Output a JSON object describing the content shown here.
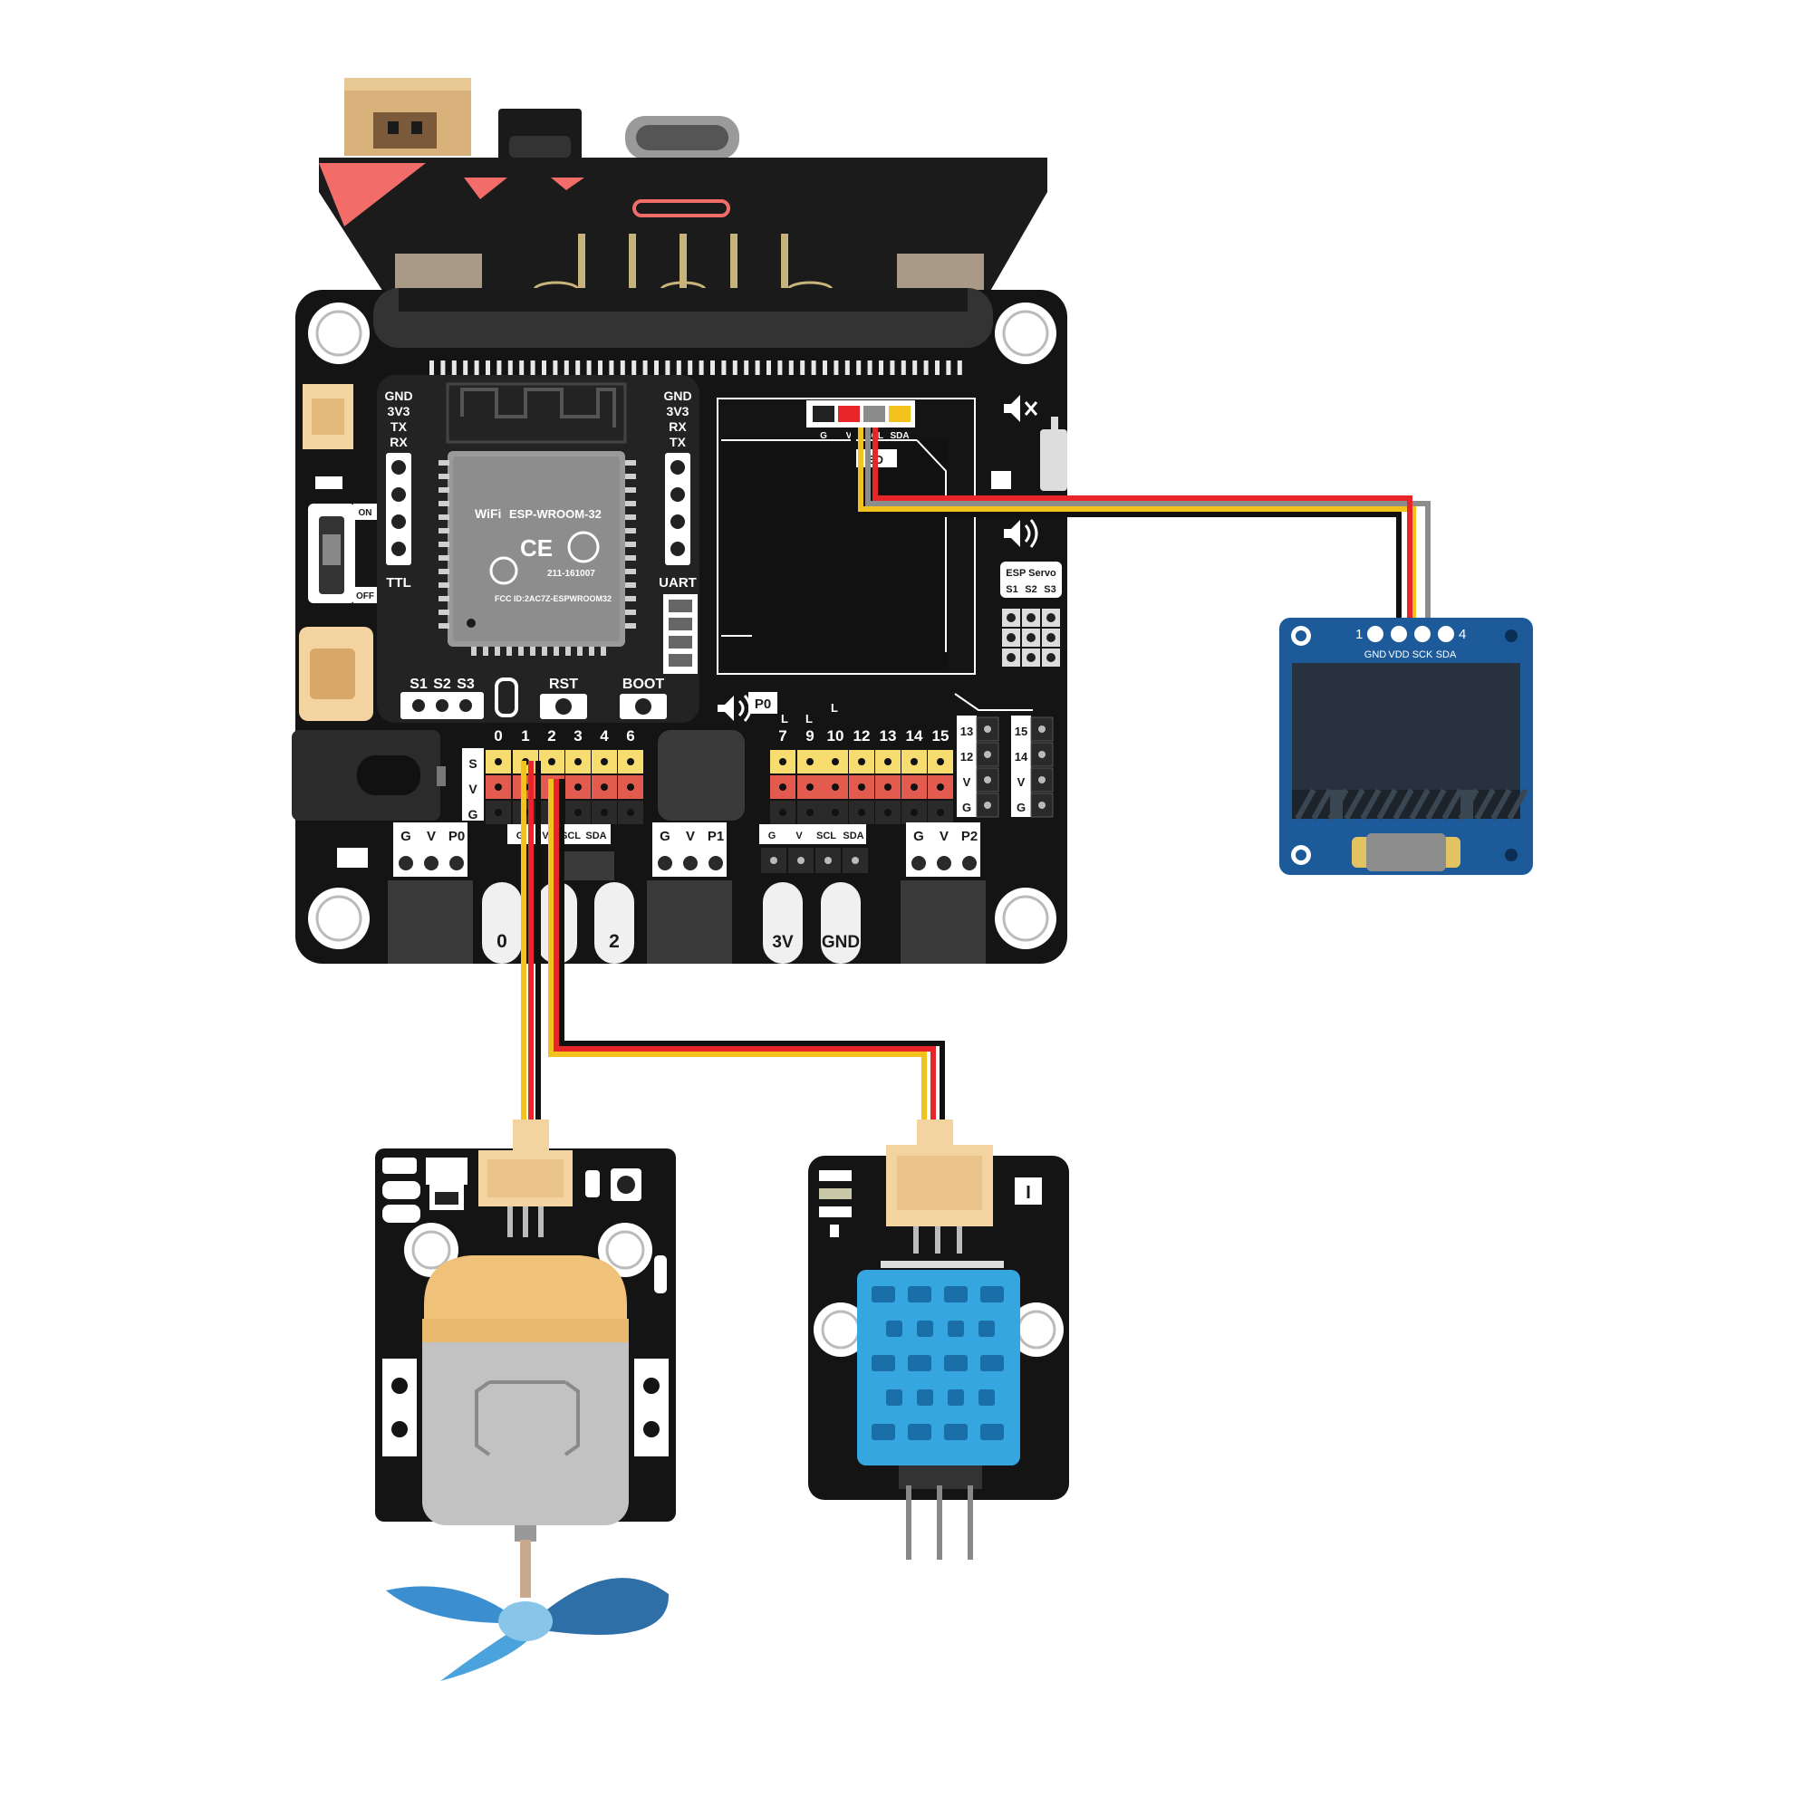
{
  "colors": {
    "board": "#111111",
    "pcb_blue": "#1d5a9a",
    "wire_black": "#111111",
    "wire_red": "#e8262a",
    "wire_yellow": "#f4c21d",
    "wire_grey": "#8c8c8c",
    "header_yellow": "#f7dc6f",
    "header_red": "#e35b4f",
    "sensor_blue": "#35a6e0",
    "connector_tan": "#f3d3a0",
    "microbit_red": "#f26d6a"
  },
  "icons": [
    "wifi-icon",
    "ce-mark-icon",
    "speaker-icon",
    "mute-icon",
    "fan-blade-icon"
  ],
  "board": {
    "esp_left": {
      "labels": [
        "GND",
        "3V3",
        "TX",
        "RX"
      ],
      "title": "TTL"
    },
    "esp_right": {
      "labels": [
        "GND",
        "3V3",
        "RX",
        "TX"
      ],
      "title": "UART"
    },
    "module": {
      "name": "ESP-WROOM-32",
      "wifi": "WiFi",
      "ce": "CE",
      "cert": "211-161007",
      "fcc": "FCC ID:2AC7Z-ESPWROOM32"
    },
    "servo_pins": [
      "S1",
      "S2",
      "S3"
    ],
    "rst": "RST",
    "boot": "BOOT",
    "switch_on": "ON",
    "switch_off": "OFF",
    "p0": "P0",
    "left_pins": [
      "0",
      "1",
      "2",
      "3",
      "4",
      "6"
    ],
    "right_pins": [
      "7",
      "9",
      "10",
      "12",
      "13",
      "14",
      "15"
    ],
    "l_marks": [
      "L",
      "L",
      "L"
    ],
    "row_labels": [
      "S",
      "V",
      "G"
    ],
    "side_pins": [
      "13",
      "12",
      "V",
      "G"
    ],
    "side_pins2": [
      "15",
      "14",
      "V",
      "G"
    ],
    "i2c_top": [
      "G",
      "V",
      "SCL",
      "SDA"
    ],
    "esp_servo": "ESP Servo",
    "esp_servo_pins": [
      "S1",
      "S2",
      "S3"
    ],
    "bottom_left": [
      "G",
      "V",
      "SCL",
      "SDA"
    ],
    "bottom_mid": [
      "G",
      "V",
      "SCL",
      "SDA"
    ],
    "port_p0": [
      "G",
      "V",
      "P0"
    ],
    "port_p1": [
      "G",
      "V",
      "P1"
    ],
    "port_p2": [
      "G",
      "V",
      "P2"
    ],
    "edge_pads": [
      "0",
      "1",
      "2",
      "3V",
      "GND"
    ],
    "led_text": "ED"
  },
  "oled": {
    "pin_start": "1",
    "pin_end": "4",
    "pins": [
      "GND",
      "VDD",
      "SCK",
      "SDA"
    ]
  },
  "sensor": {
    "marker": "I"
  }
}
